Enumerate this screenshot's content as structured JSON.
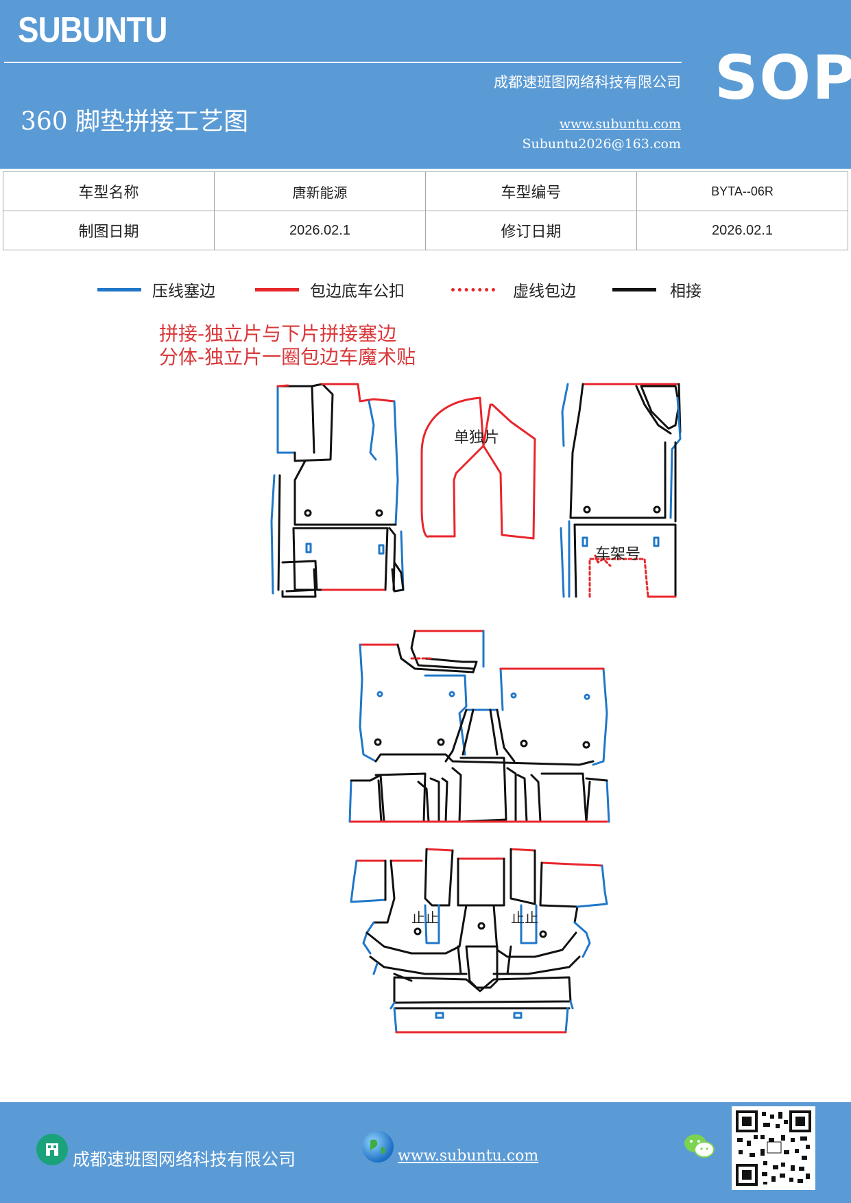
{
  "header": {
    "brand": "SUBUNTU",
    "company": "成都速班图网络科技有限公司",
    "title": "360 脚垫拼接工艺图",
    "url": "www.subuntu.com",
    "email": "Subuntu2026@163.com",
    "badge": "SOP"
  },
  "info_table": {
    "model_name_label": "车型名称",
    "model_name_value": "唐新能源",
    "model_code_label": "车型编号",
    "model_code_value": "BYTA--06R",
    "draw_date_label": "制图日期",
    "draw_date_value": "2026.02.1",
    "revise_date_label": "修订日期",
    "revise_date_value": "2026.02.1"
  },
  "legend": [
    {
      "label": "压线塞边",
      "color": "#1f77c8",
      "style": "solid"
    },
    {
      "label": "包边底车公扣",
      "color": "#e8262b",
      "style": "solid"
    },
    {
      "label": "虚线包边",
      "color": "#e8262b",
      "style": "dotted"
    },
    {
      "label": "相接",
      "color": "#111111",
      "style": "solid"
    }
  ],
  "notes": {
    "line1": "拼接-独立片与下片拼接塞边",
    "line2": "分体-独立片一圈包边车魔术贴"
  },
  "diagram_labels": {
    "single_piece": "单独片",
    "frame_number": "车架号",
    "stop_left": "止止",
    "stop_right": "止止"
  },
  "footer": {
    "company": "成都速班图网络科技有限公司",
    "url": "www.subuntu.com",
    "building_icon": "building-icon",
    "globe_icon": "globe-icon",
    "wechat_icon": "wechat-icon",
    "qr_icon": "qr-code"
  },
  "colors": {
    "header_bg": "#5b9bd5",
    "blue_line": "#1f77c8",
    "red_line": "#e8262b",
    "black_line": "#111111"
  }
}
